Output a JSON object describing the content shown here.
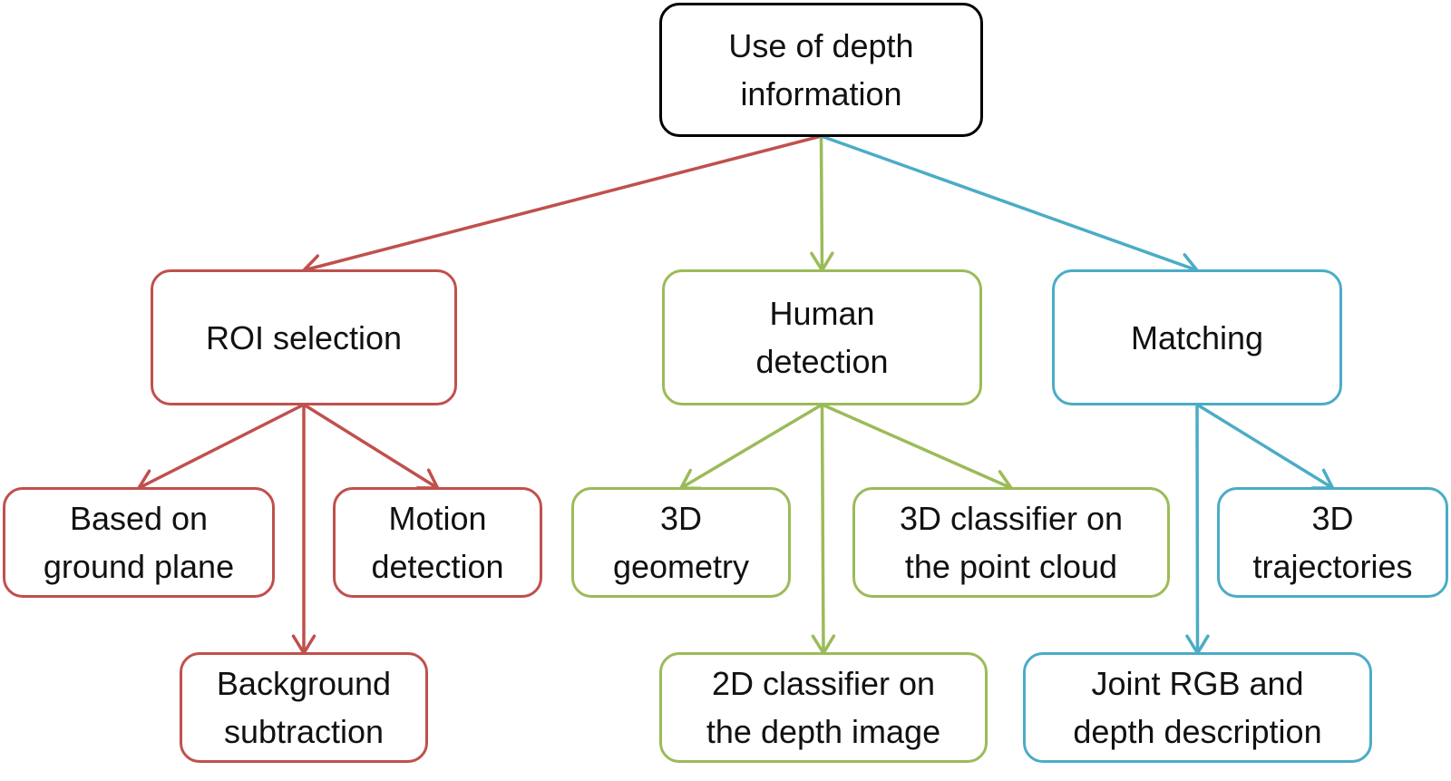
{
  "colors": {
    "root": "#000000",
    "roi": "#c0504d",
    "human": "#9bbb59",
    "matching": "#4bacc6"
  },
  "nodes": {
    "root": {
      "lines": [
        "Use of depth",
        "information"
      ]
    },
    "roi": {
      "lines": [
        "ROI selection"
      ]
    },
    "human": {
      "lines": [
        "Human",
        "detection"
      ]
    },
    "matching": {
      "lines": [
        "Matching"
      ]
    },
    "ground": {
      "lines": [
        "Based on",
        "ground plane"
      ]
    },
    "motion": {
      "lines": [
        "Motion",
        "detection"
      ]
    },
    "background": {
      "lines": [
        "Background",
        "subtraction"
      ]
    },
    "geometry": {
      "lines": [
        "3D",
        "geometry"
      ]
    },
    "pointcloud": {
      "lines": [
        "3D classifier on",
        "the point cloud"
      ]
    },
    "depthimage": {
      "lines": [
        "2D classifier on",
        "the depth image"
      ]
    },
    "trajectories": {
      "lines": [
        "3D",
        "trajectories"
      ]
    },
    "joint": {
      "lines": [
        "Joint RGB and",
        "depth description"
      ]
    }
  },
  "edges": [
    {
      "from": "root",
      "to": "roi",
      "color": "roi"
    },
    {
      "from": "root",
      "to": "human",
      "color": "human"
    },
    {
      "from": "root",
      "to": "matching",
      "color": "matching"
    },
    {
      "from": "roi",
      "to": "ground",
      "color": "roi"
    },
    {
      "from": "roi",
      "to": "background",
      "color": "roi"
    },
    {
      "from": "roi",
      "to": "motion",
      "color": "roi"
    },
    {
      "from": "human",
      "to": "geometry",
      "color": "human"
    },
    {
      "from": "human",
      "to": "depthimage",
      "color": "human"
    },
    {
      "from": "human",
      "to": "pointcloud",
      "color": "human"
    },
    {
      "from": "matching",
      "to": "joint",
      "color": "matching"
    },
    {
      "from": "matching",
      "to": "trajectories",
      "color": "matching"
    }
  ]
}
